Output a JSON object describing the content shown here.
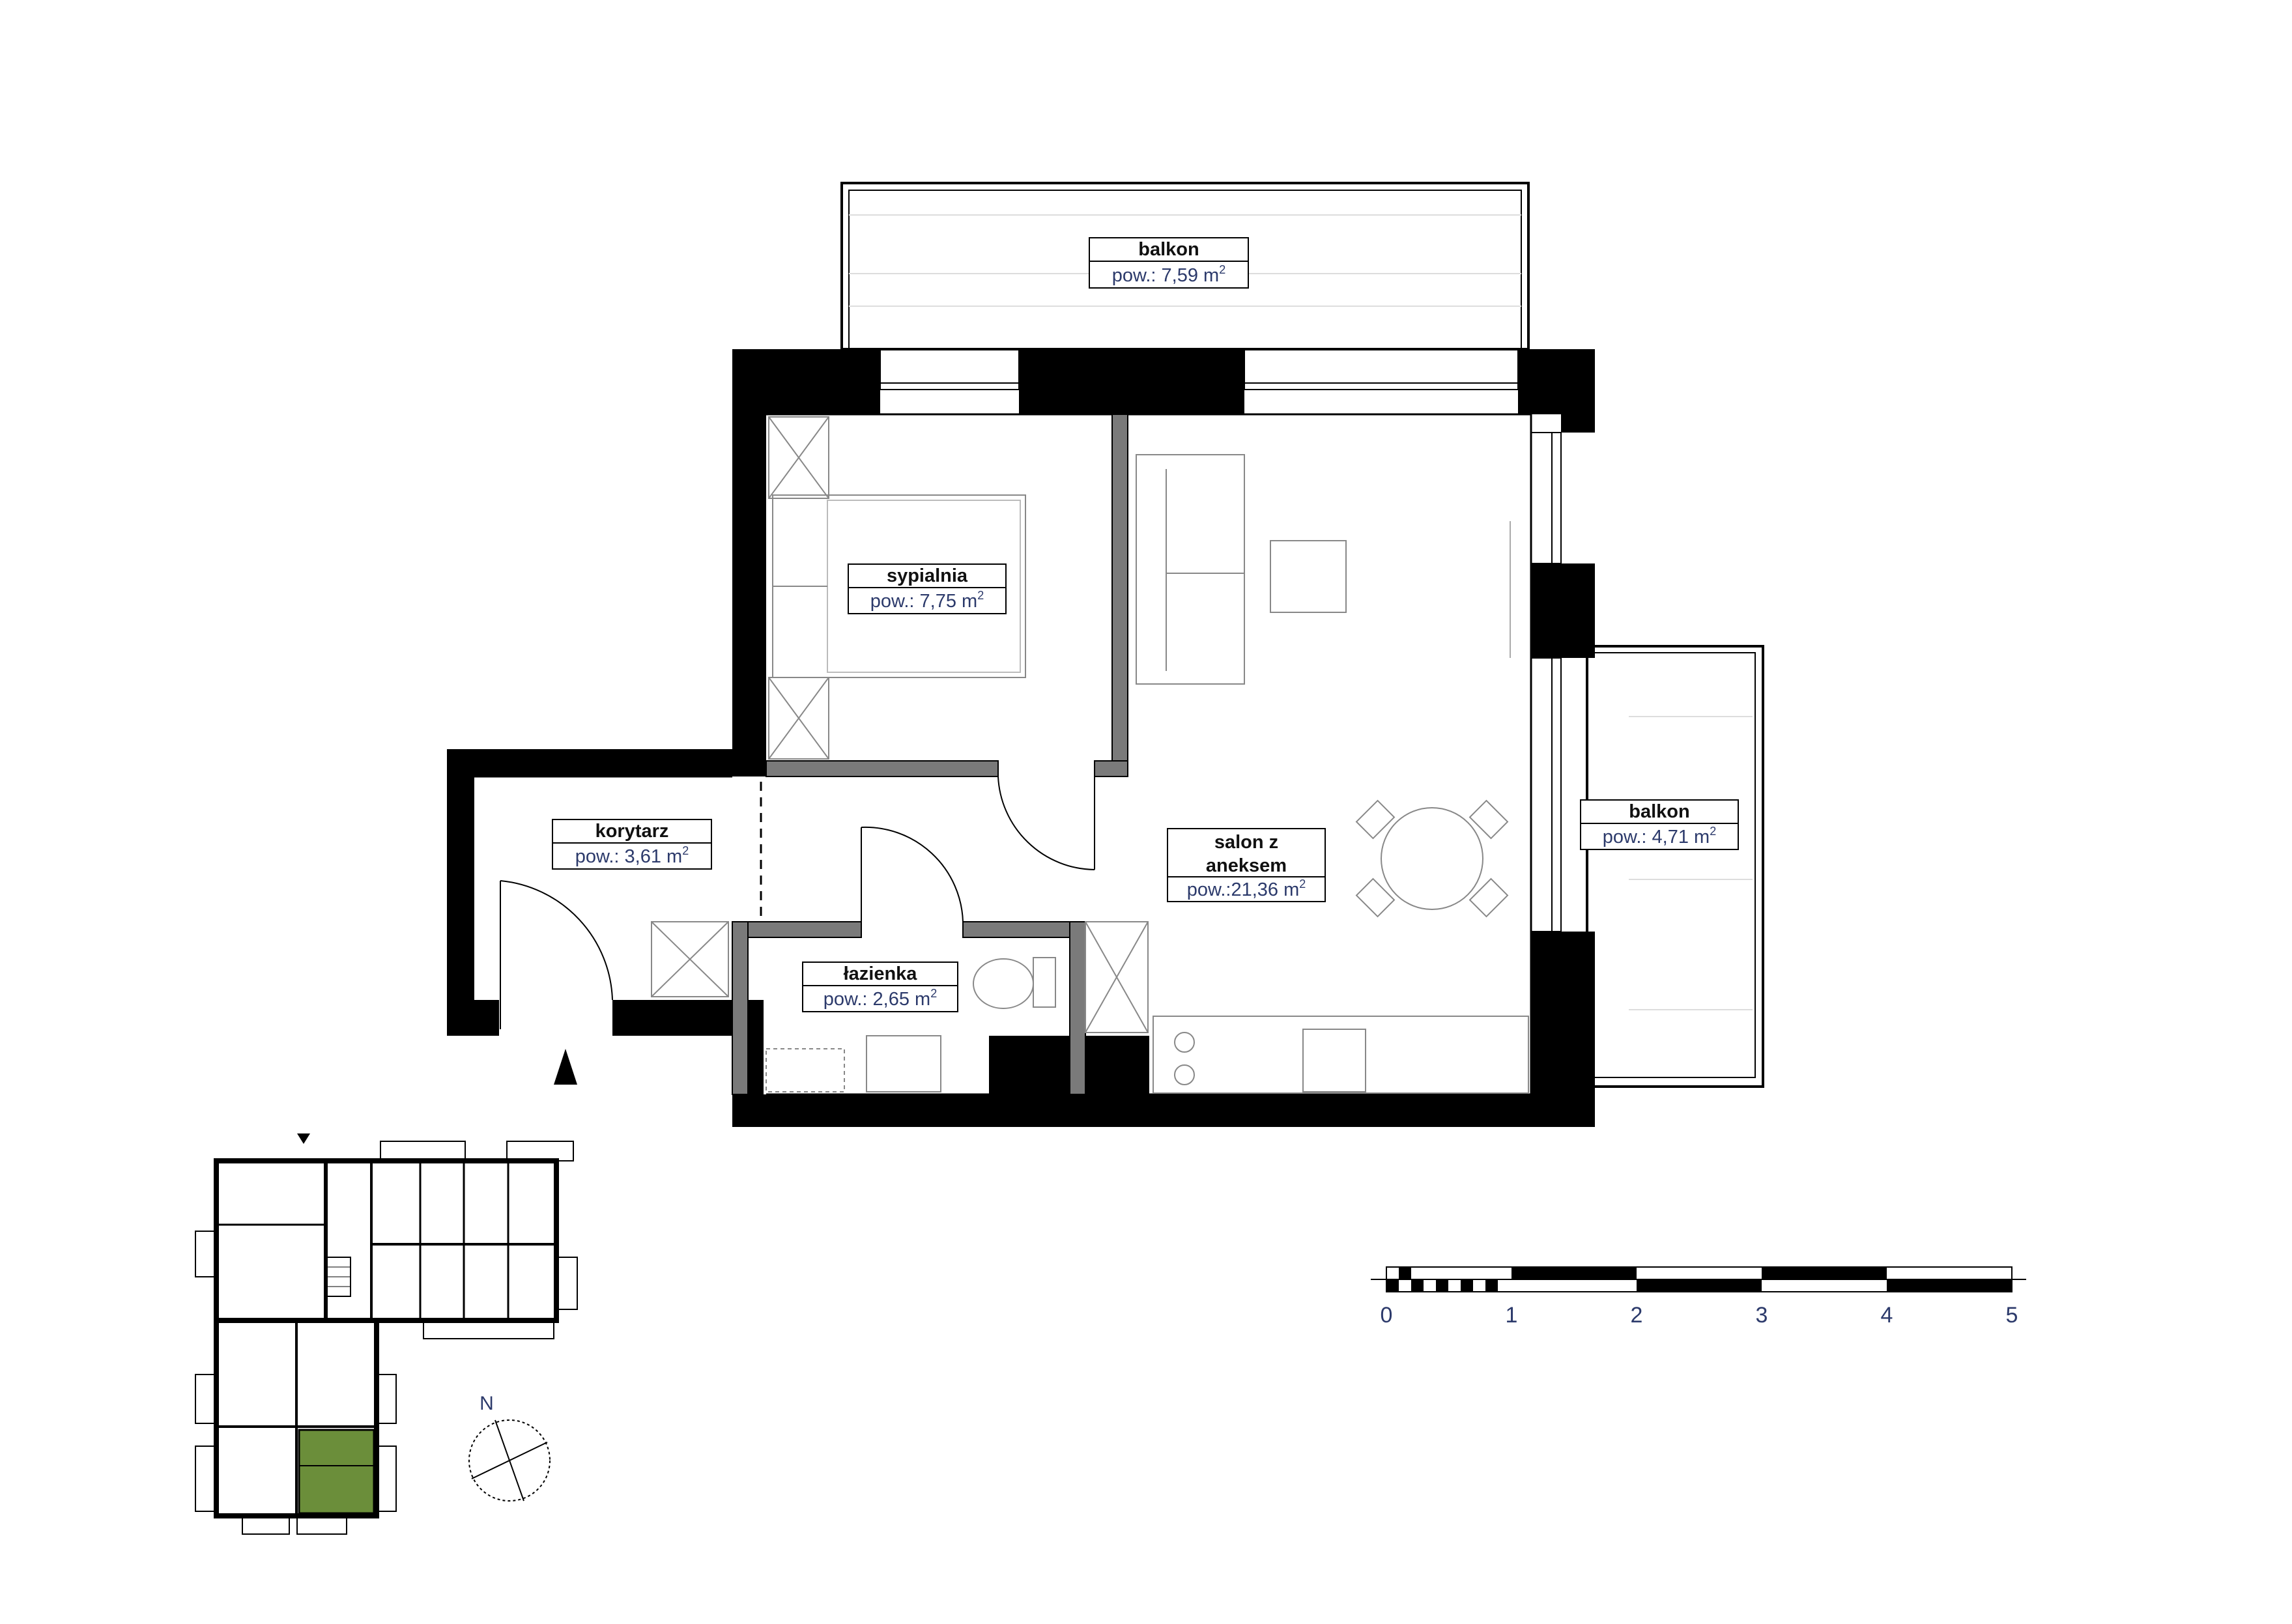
{
  "rooms": {
    "balkon_top": {
      "name": "balkon",
      "area_prefix": "pow.: ",
      "area": "7,59 m",
      "unit_sup": "2"
    },
    "sypialnia": {
      "name": "sypialnia",
      "area_prefix": "pow.: ",
      "area": "7,75 m",
      "unit_sup": "2"
    },
    "korytarz": {
      "name": "korytarz",
      "area_prefix": "pow.: ",
      "area": "3,61 m",
      "unit_sup": "2"
    },
    "salon": {
      "name_line1": "salon z",
      "name_line2": "aneksem",
      "area_prefix": "pow.:",
      "area": "21,36 m",
      "unit_sup": "2"
    },
    "lazienka": {
      "name": "łazienka",
      "area_prefix": "pow.: ",
      "area": "2,65 m",
      "unit_sup": "2"
    },
    "balkon_right": {
      "name": "balkon",
      "area_prefix": "pow.: ",
      "area": "4,71 m",
      "unit_sup": "2"
    }
  },
  "scale_bar": {
    "ticks": [
      "0",
      "1",
      "2",
      "3",
      "4",
      "5"
    ]
  },
  "north": {
    "label": "N"
  },
  "colors": {
    "wall": "#000000",
    "partition": "#7a7a7a",
    "highlight_unit": "#6b8e3a",
    "label_text": "#2c3a6b"
  }
}
